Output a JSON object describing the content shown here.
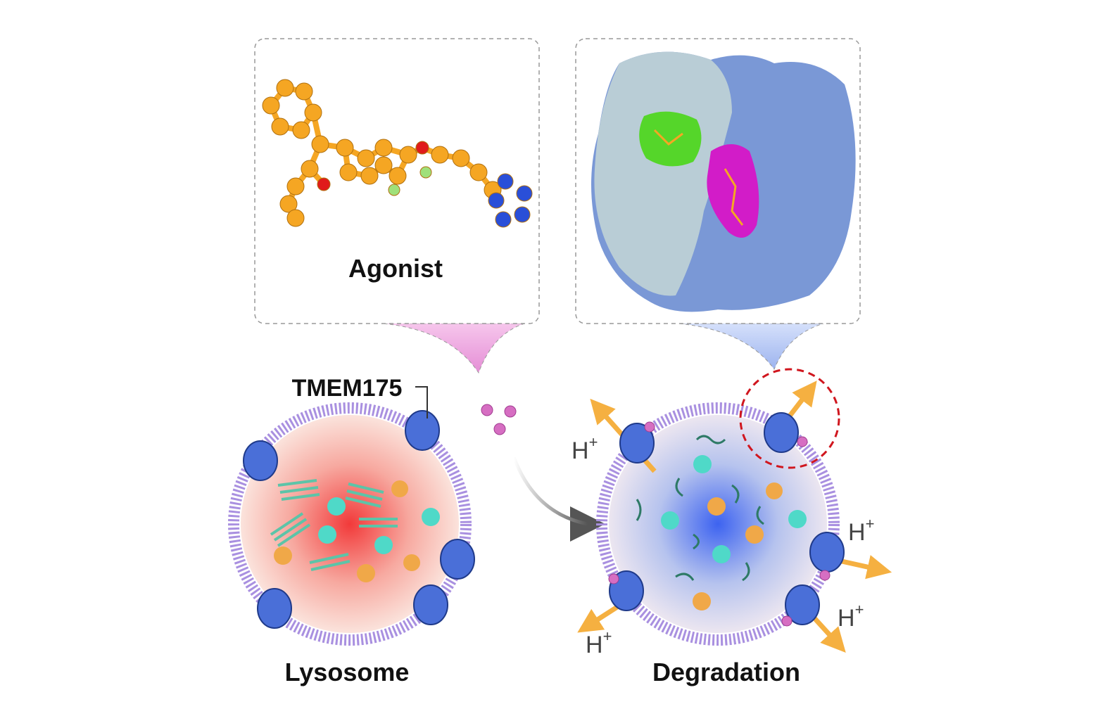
{
  "labels": {
    "agonist": "Agonist",
    "tmem175": "TMEM175",
    "lysosome": "Lysosome",
    "degradation": "Degradation"
  },
  "proton_labels": [
    {
      "base": "H",
      "sup": "+"
    },
    {
      "base": "H",
      "sup": "+"
    },
    {
      "base": "H",
      "sup": "+"
    },
    {
      "base": "H",
      "sup": "+"
    }
  ],
  "colors": {
    "agonist_carbon": "#f5a623",
    "agonist_nitrogen": "#2a4fd8",
    "agonist_oxygen": "#e01b1b",
    "agonist_fluorine": "#9fe07a",
    "protein_light": "#b9cdd6",
    "protein_blue": "#7a98d6",
    "pocket_green": "#55d62a",
    "pocket_magenta": "#d21cc8",
    "membrane": "#a990e0",
    "lysosome_acidic": "#f04848",
    "lysosome_neutral": "#3d63f0",
    "proton_arrow": "#f5b041",
    "highlight_circle": "#d0161e"
  }
}
